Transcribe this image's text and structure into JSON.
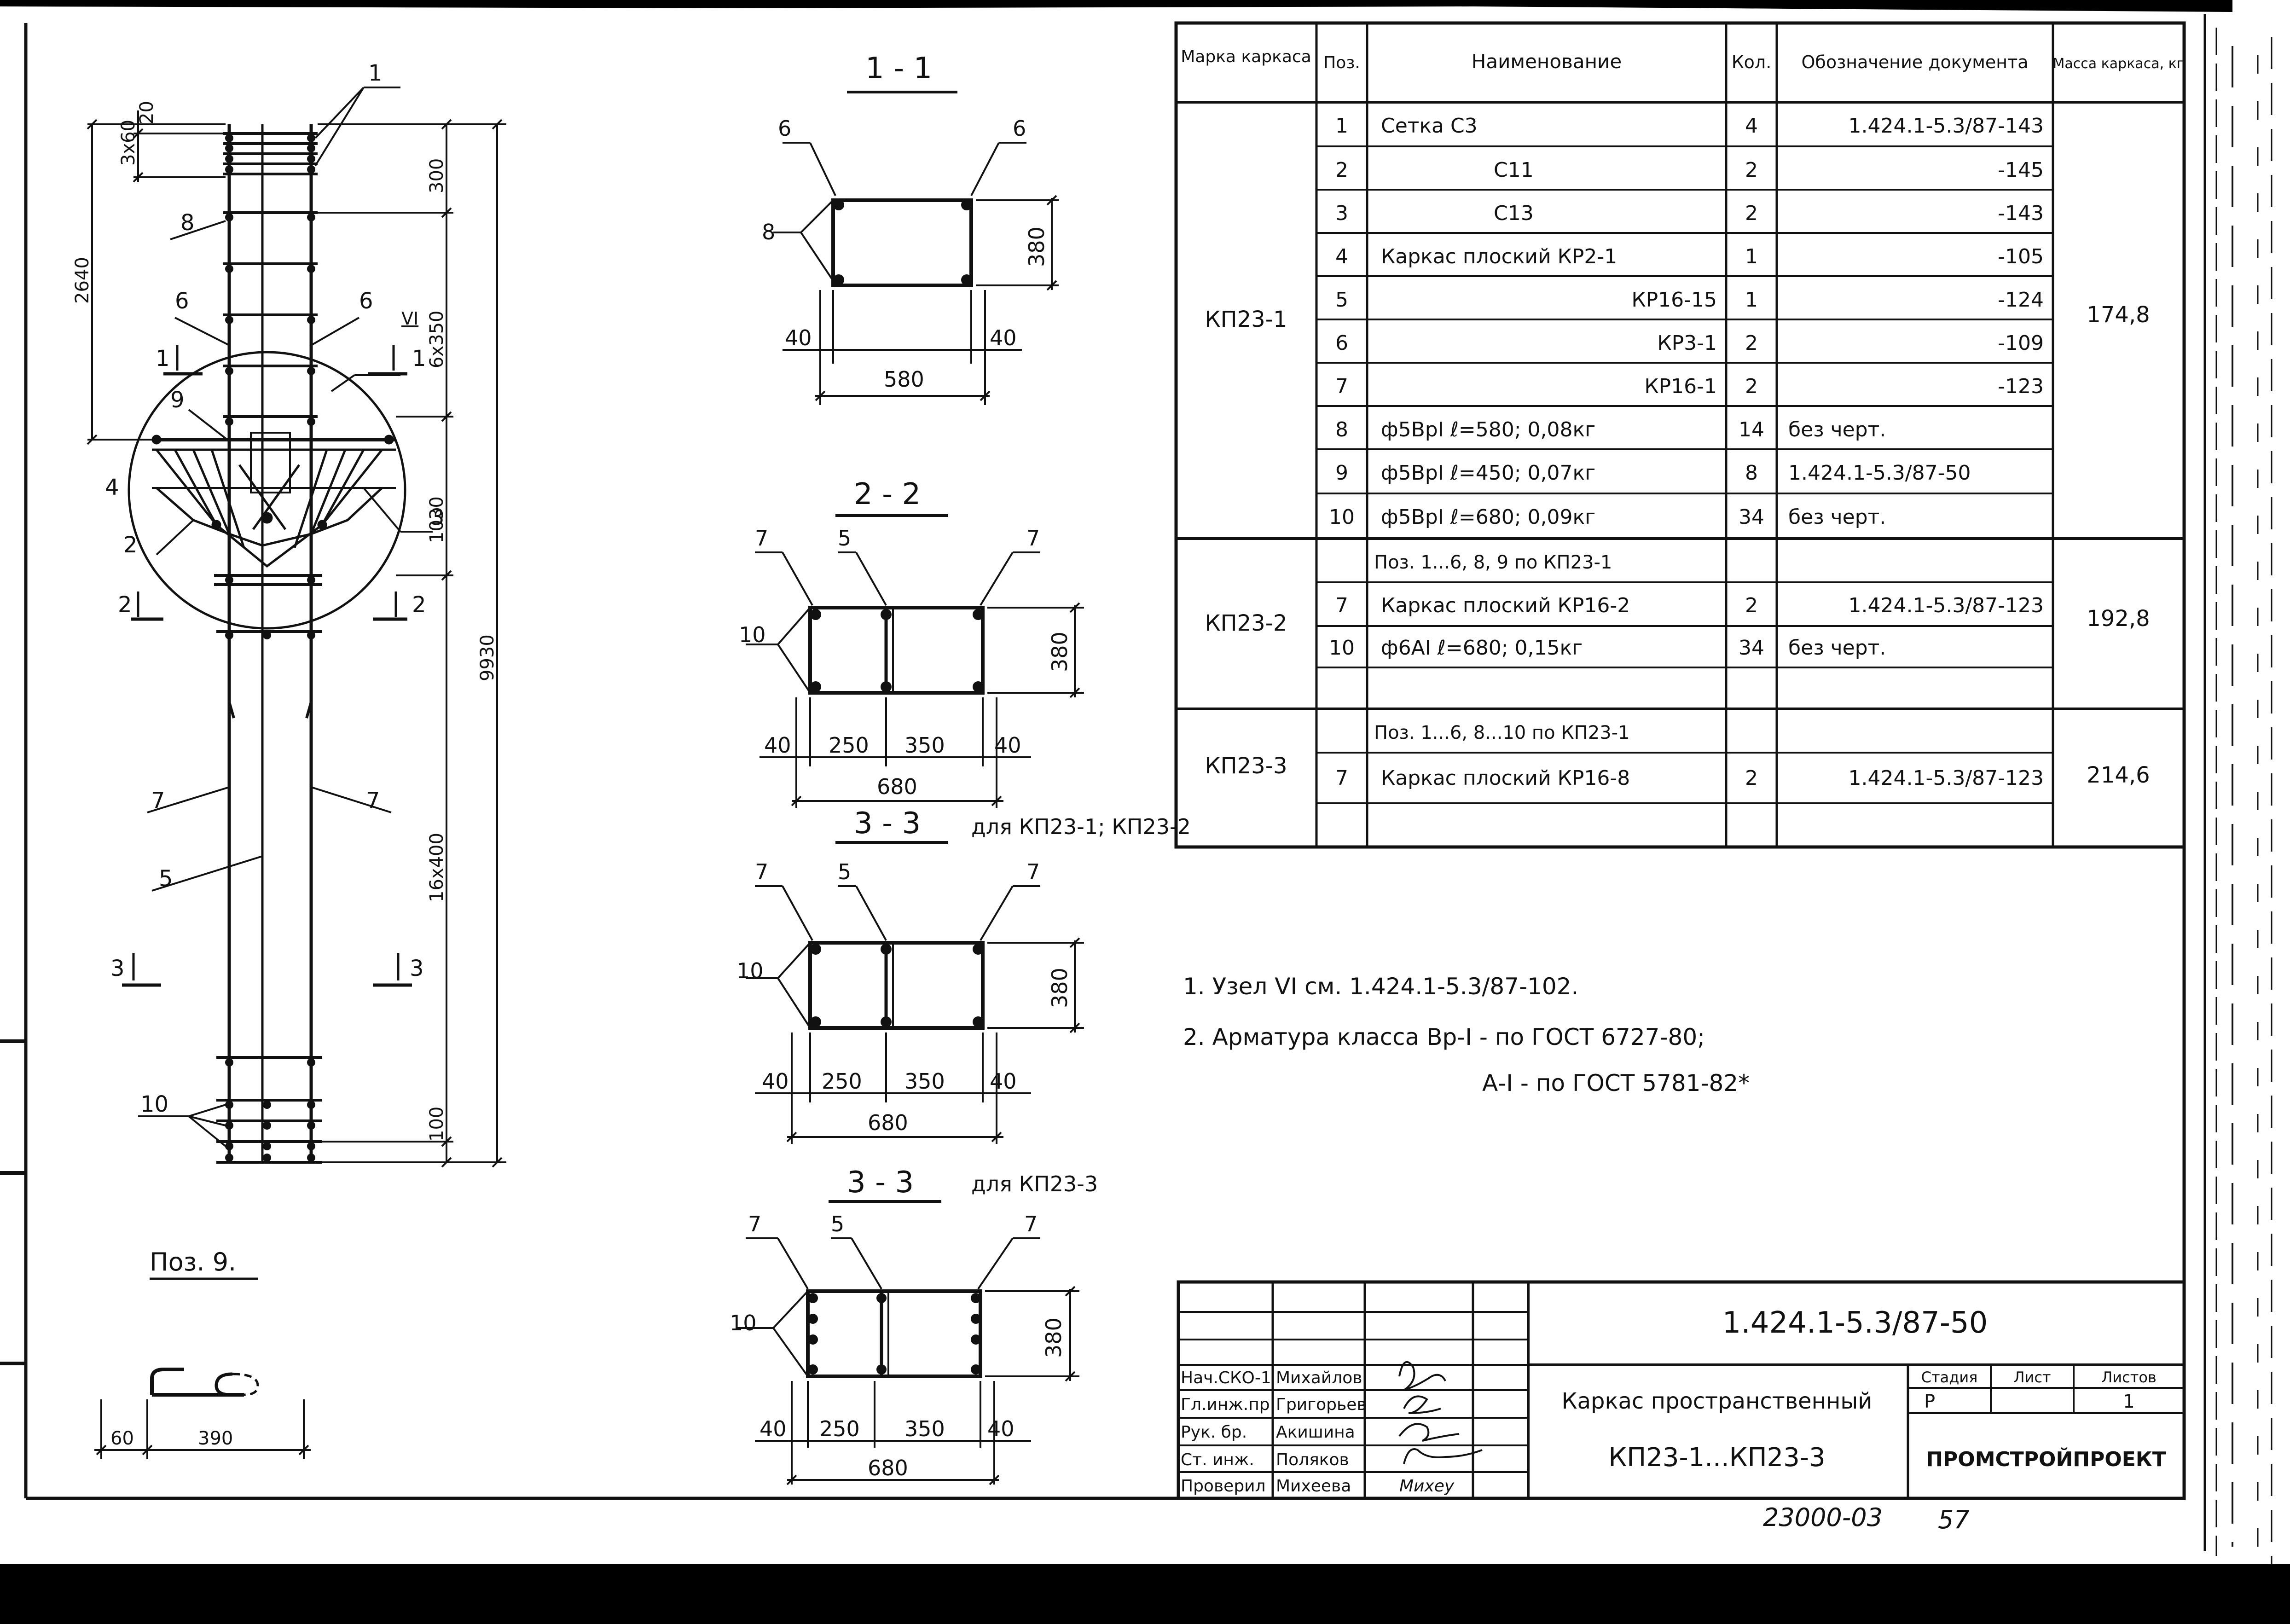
{
  "elevation": {
    "dims_left": [
      "2640",
      "3x60",
      "20"
    ],
    "dims_right": [
      "300",
      "6x350",
      "1030",
      "9930",
      "16x400",
      "100"
    ],
    "callouts": [
      "1",
      "8",
      "6",
      "6",
      "9",
      "4",
      "3",
      "2",
      "7",
      "7",
      "5",
      "10"
    ],
    "node_label": "VI",
    "sections": [
      "1",
      "1",
      "2",
      "2",
      "3",
      "3"
    ]
  },
  "pos9": {
    "title": "Поз. 9.",
    "dims": [
      "60",
      "390"
    ]
  },
  "sec11": {
    "title": "1 - 1",
    "labels": [
      "6",
      "6",
      "8"
    ],
    "dims": [
      "380",
      "40",
      "40",
      "580"
    ]
  },
  "sec22": {
    "title": "2 - 2",
    "labels": [
      "7",
      "5",
      "7",
      "10"
    ],
    "dims": [
      "380",
      "40",
      "250",
      "350",
      "40",
      "680"
    ]
  },
  "sec33a": {
    "title": "3 - 3",
    "note": "для КП23-1; КП23-2",
    "labels": [
      "7",
      "5",
      "7",
      "10"
    ],
    "dims": [
      "380",
      "40",
      "250",
      "350",
      "40",
      "680"
    ]
  },
  "sec33b": {
    "title": "3 - 3",
    "note": "для КП23-3",
    "labels": [
      "7",
      "5",
      "7",
      "10"
    ],
    "dims": [
      "380",
      "40",
      "250",
      "350",
      "40",
      "680"
    ]
  },
  "spec": {
    "headers": [
      "Марка каркаса",
      "Поз.",
      "Наименование",
      "Кол.",
      "Обозначение документа",
      "Масса каркаса, кг"
    ],
    "groups": [
      {
        "mark": "КП23-1",
        "mass": "174,8",
        "rows": [
          [
            "1",
            "Сетка С3",
            "4",
            "1.424.1-5.3/87-143"
          ],
          [
            "2",
            "С11",
            "2",
            "-145"
          ],
          [
            "3",
            "С13",
            "2",
            "-143"
          ],
          [
            "4",
            "Каркас плоский КР2-1",
            "1",
            "-105"
          ],
          [
            "5",
            "КР16-15",
            "1",
            "-124"
          ],
          [
            "6",
            "КР3-1",
            "2",
            "-109"
          ],
          [
            "7",
            "КР16-1",
            "2",
            "-123"
          ],
          [
            "8",
            "ф5ВрI ℓ=580; 0,08кг",
            "14",
            "без черт."
          ],
          [
            "9",
            "ф5ВрI ℓ=450; 0,07кг",
            "8",
            "1.424.1-5.3/87-50"
          ],
          [
            "10",
            "ф5ВрI ℓ=680; 0,09кг",
            "34",
            "без черт."
          ]
        ]
      },
      {
        "mark": "КП23-2",
        "mass": "192,8",
        "rows": [
          [
            "",
            "Поз. 1...6, 8, 9 по КП23-1",
            "",
            ""
          ],
          [
            "7",
            "Каркас плоский КР16-2",
            "2",
            "1.424.1-5.3/87-123"
          ],
          [
            "10",
            "ф6АI ℓ=680; 0,15кг",
            "34",
            "без черт."
          ]
        ]
      },
      {
        "mark": "КП23-3",
        "mass": "214,6",
        "rows": [
          [
            "",
            "Поз. 1...6, 8...10 по КП23-1",
            "",
            ""
          ],
          [
            "7",
            "Каркас плоский КР16-8",
            "2",
            "1.424.1-5.3/87-123"
          ],
          [
            "",
            "",
            "",
            ""
          ]
        ]
      }
    ]
  },
  "notes": [
    "1. Узел VI см. 1.424.1-5.3/87-102.",
    "2. Арматура класса Вр-I - по ГОСТ 6727-80;",
    "А-I - по ГОСТ 5781-82*"
  ],
  "stamp": {
    "doc_code": "1.424.1-5.3/87-50",
    "title_line1": "Каркас пространственный",
    "title_line2": "КП23-1...КП23-3",
    "stage_label": "Стадия",
    "sheet_label": "Лист",
    "sheets_label": "Листов",
    "stage": "Р",
    "sheets": "1",
    "org": "ПРОМСТРОЙПРОЕКТ",
    "roles": [
      "Нач.СКО-1",
      "Гл.инж.пр",
      "Рук. бр.",
      "Ст. инж.",
      "Проверил"
    ],
    "names": [
      "Михайлов",
      "Григорьев",
      "Акишина",
      "Поляков",
      "Михеева"
    ],
    "signature": "Михеу"
  },
  "footer": {
    "code": "23000-03",
    "page": "57"
  }
}
